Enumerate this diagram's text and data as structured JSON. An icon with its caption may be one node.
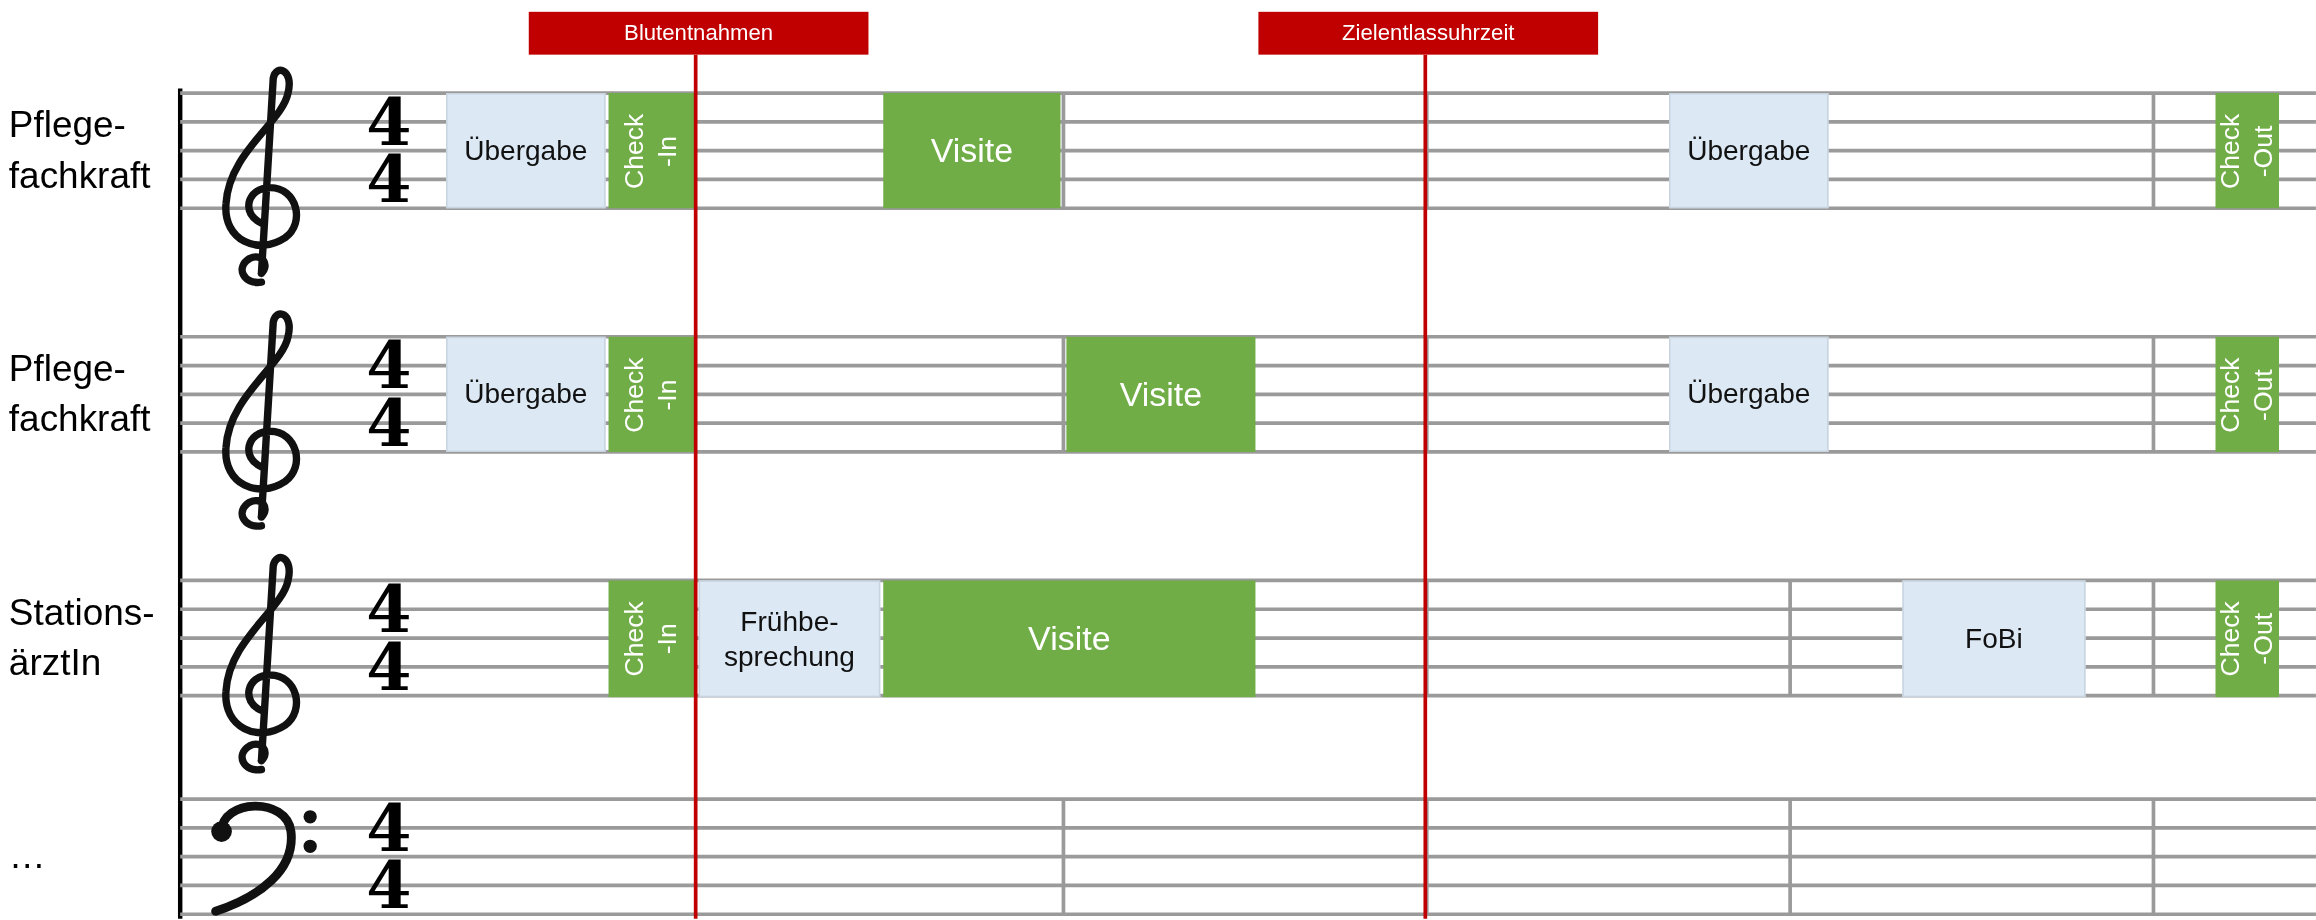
{
  "diagram": {
    "nodes": [
      {
        "text": [
          "Blutentnahmen"
        ]
      },
      {
        "text": [
          "Zielentlassuhrzeit"
        ]
      },
      {
        "text": [
          "Übergabe"
        ]
      },
      {
        "text": [
          "Check -In"
        ]
      },
      {
        "text": [
          "Visite"
        ]
      },
      {
        "text": [
          "Übergabe"
        ]
      },
      {
        "text": [
          "Check -Out"
        ]
      },
      {
        "text": [
          "Übergabe"
        ]
      },
      {
        "text": [
          "Check -In"
        ]
      },
      {
        "text": [
          "Visite"
        ]
      },
      {
        "text": [
          "Übergabe"
        ]
      },
      {
        "text": [
          "Check -Out"
        ]
      },
      {
        "text": [
          "Check -In"
        ]
      },
      {
        "text": [
          "Frühbe- sprechung"
        ]
      },
      {
        "text": [
          "Visite"
        ]
      },
      {
        "text": [
          "FoBi"
        ]
      },
      {
        "text": [
          "Check -Out"
        ]
      }
    ],
    "edges": [
      {
        "from": 0,
        "to": null,
        "arrow": "none",
        "color": "#c00000"
      },
      {
        "from": 1,
        "to": null,
        "arrow": "none",
        "color": "#c00000"
      }
    ],
    "labels": [
      "Pflege- fachkraft",
      "4",
      "4",
      "Pflege- fachkraft",
      "4",
      "4",
      "Stations- ärztIn",
      "4",
      "4",
      "…",
      "4",
      "4"
    ]
  }
}
